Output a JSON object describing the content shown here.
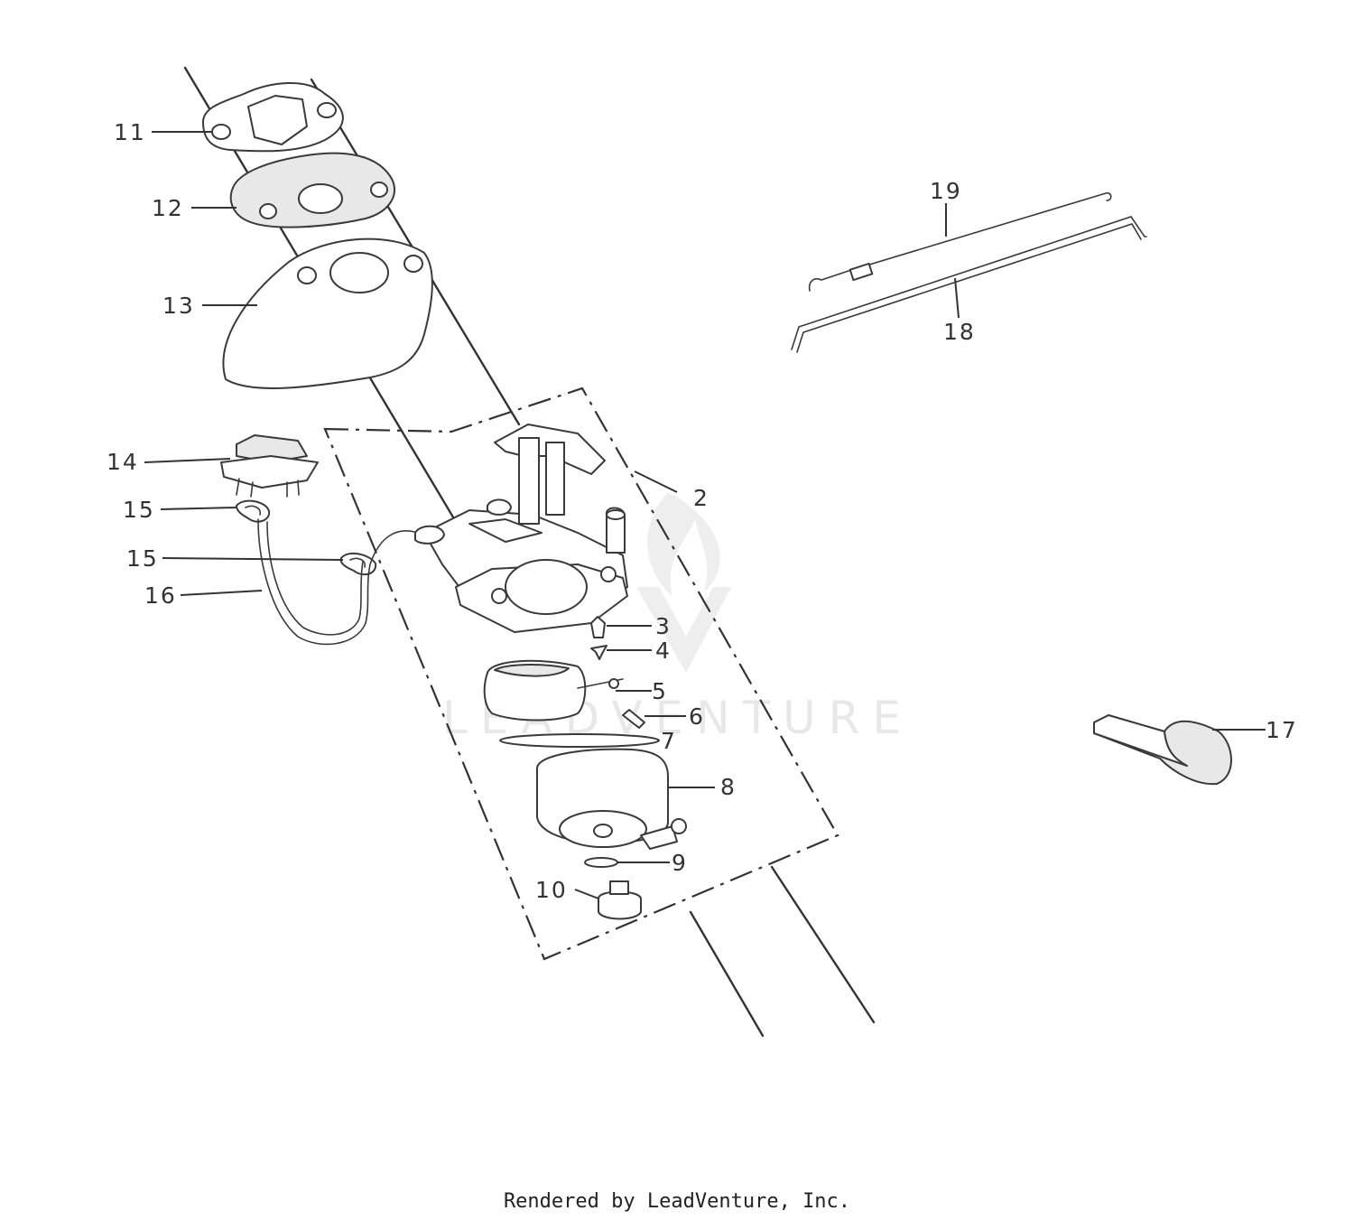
{
  "watermark": {
    "text": "LEADVENTURE"
  },
  "footer": {
    "credit": "Rendered by LeadVenture, Inc."
  },
  "callouts": {
    "c2": "2",
    "c3": "3",
    "c4": "4",
    "c5": "5",
    "c6": "6",
    "c7": "7",
    "c8": "8",
    "c9": "9",
    "c10": "10",
    "c11": "11",
    "c12": "12",
    "c13": "13",
    "c14": "14",
    "c15a": "15",
    "c15b": "15",
    "c16": "16",
    "c17": "17",
    "c18": "18",
    "c19": "19"
  }
}
